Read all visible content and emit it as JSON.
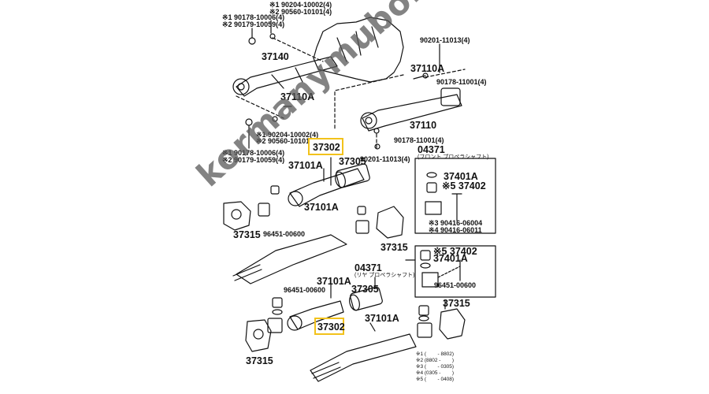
{
  "diagram": {
    "title": "Propeller shaft parts diagram",
    "highlight_color": "#f2c21b",
    "watermark": "kormanymubolt.hu",
    "labels": {
      "p90204_top": "※1 90204-10002(4)",
      "p90560_top": "※2 90560-10101(4)",
      "p90178_top": "※1 90178-10006(4)",
      "p90179_top": "※2 90179-10059(4)",
      "p37140": "37140",
      "p90201_top": "90201-11013(4)",
      "p37110A_right": "37110A",
      "p90178_11001_top": "90178-11001(4)",
      "p37110A_mid": "37110A",
      "p37110": "37110",
      "p90204_mid": "※1 90204-10002(4)",
      "p90560_mid": "※2 90560-10101",
      "p90178_mid": "※1 90178-10006(4)",
      "p90179_mid": "※2 90179-10059(4)",
      "p37302_top": "37302",
      "p90178_11001_mid": "90178-11001(4)",
      "p04371_front": "04371",
      "p04371_front_sub": "(フロント プロペラシャフト)",
      "p90201_mid": "90201-11013(4)",
      "p37305_top": "37305",
      "p37101A_a": "37101A",
      "p37401A_front": "37401A",
      "p37402_front": "※5 37402",
      "p37101A_b": "37101A",
      "p90416_06004": "※3 90416-06004",
      "p90416_06011": "※4 90416-06011",
      "p37315_a": "37315",
      "p96451_a": "96451-00600",
      "p37315_b": "37315",
      "p37402_rear": "※5 37402",
      "p37401A_rear": "37401A",
      "p04371_rear": "04371",
      "p04371_rear_sub": "(リヤ プロペラシャフト)",
      "p96451_rear_box": "96451-00600",
      "p37101A_c": "37101A",
      "p96451_b": "96451-00600",
      "p37305_bottom": "37305",
      "p37315_c": "37315",
      "p37101A_d": "37101A",
      "p37302_bottom": "37302",
      "p37315_d": "37315"
    },
    "legend": [
      "※1 (        - 8802)",
      "※2 (8802 -        )",
      "※3 (        - 0305)",
      "※4 (0305 -        )",
      "※5 (        - 0408)"
    ]
  }
}
